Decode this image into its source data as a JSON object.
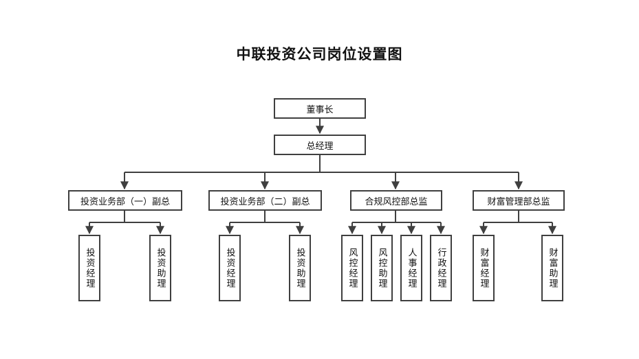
{
  "title": "中联投资公司岗位设置图",
  "nodes": {
    "chairman": "董事长",
    "general_manager": "总经理",
    "dept1_vp": "投资业务部（一）副总",
    "dept2_vp": "投资业务部（二）副总",
    "compliance_director": "合规风控部总监",
    "wealth_director": "财富管理部总监",
    "dept1_manager": "投资经理",
    "dept1_assistant": "投资助理",
    "dept2_manager": "投资经理",
    "dept2_assistant": "投资助理",
    "risk_manager": "风控经理",
    "risk_assistant": "风控助理",
    "hr_manager": "人事经理",
    "admin_manager": "行政经理",
    "wealth_manager": "财富经理",
    "wealth_assistant": "财富助理"
  },
  "colors": {
    "line": "#3f3f3f",
    "border": "#3f3f3f",
    "background": "#ffffff"
  }
}
